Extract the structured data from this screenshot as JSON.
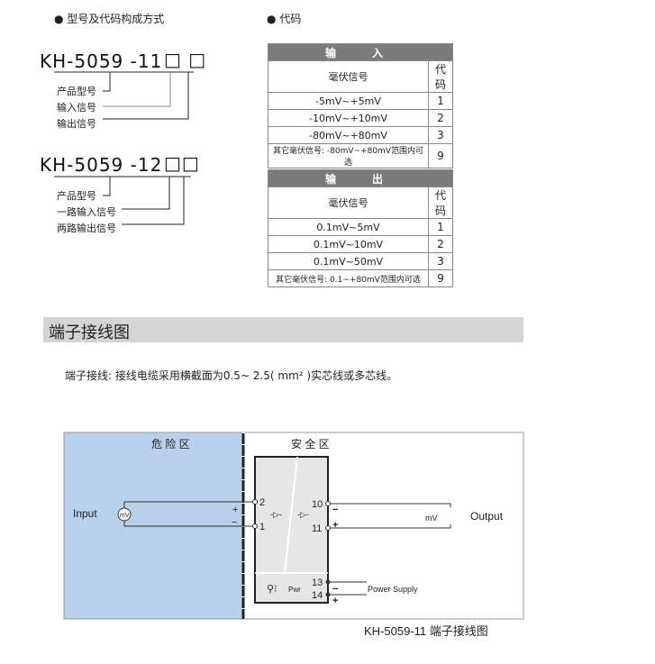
{
  "left_heading": "● 型号及代码构成方式",
  "right_heading": "● 代码",
  "model1": {
    "code": "KH-5059 -11",
    "boxes": "□ □",
    "labels": [
      "产品型号",
      "输入信号",
      "输出信号"
    ]
  },
  "model2": {
    "code": "KH-5059 -12",
    "boxes": "□□",
    "labels": [
      "产品型号",
      "一路输入信号",
      "两路输出信号"
    ]
  },
  "input_table": {
    "title": "输　入",
    "col_signal": "毫伏信号",
    "col_code": "代码",
    "rows": [
      {
        "signal": "-5mV~+5mV",
        "code": "1"
      },
      {
        "signal": "-10mV~+10mV",
        "code": "2"
      },
      {
        "signal": "-80mV~+80mV",
        "code": "3"
      },
      {
        "signal": "其它毫伏信号: -80mV~+80mV范围内可选",
        "code": "9"
      }
    ]
  },
  "output_table": {
    "title": "输　出",
    "col_signal": "毫伏信号",
    "col_code": "代码",
    "rows": [
      {
        "signal": "0.1mV~5mV",
        "code": "1"
      },
      {
        "signal": "0.1mV~10mV",
        "code": "2"
      },
      {
        "signal": "0.1mV~50mV",
        "code": "3"
      },
      {
        "signal": "其它毫伏信号: 0.1~+80mV范围内可选",
        "code": "9"
      }
    ]
  },
  "section_title": "端子接线图",
  "wiring_note": "端子接线: 接线电缆采用横截面为0.5~ 2.5( mm² )实芯线或多芯线。",
  "diagram": {
    "hazard_zone": "危 险 区",
    "safe_zone": "安 全 区",
    "input": "Input",
    "source": "mV",
    "output": "Output",
    "output_signal": "mV",
    "plus": "+",
    "minus": "−",
    "terminals": [
      "2",
      "1",
      "10",
      "11",
      "13",
      "14"
    ],
    "pwr": "Pwr",
    "power_supply": "Power Supply",
    "caption": "KH-5059-11  端子接线图",
    "colors": {
      "hazard": "#b9d1ea",
      "module": "#e6e6e6"
    }
  }
}
